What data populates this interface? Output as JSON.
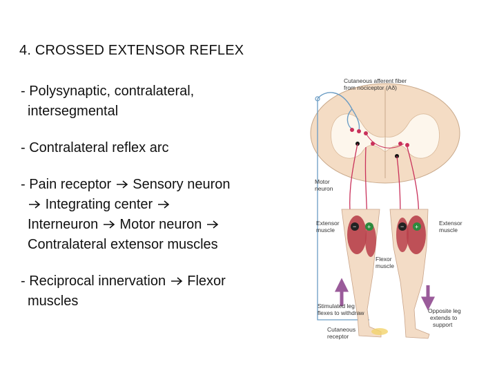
{
  "slide": {
    "title": "4. CROSSED EXTENSOR REFLEX",
    "bullets": [
      {
        "lines": [
          "- Polysynaptic, contralateral,",
          "intersegmental"
        ]
      },
      {
        "lines": [
          "- Contralateral reflex arc"
        ]
      },
      {
        "lines": [
          "- Pain receptor",
          "Sensory neuron",
          "Integrating center",
          "Interneuron",
          "Motor neuron",
          "Contralateral extensor muscles"
        ]
      },
      {
        "lines": [
          "- Reciprocal innervation",
          "Flexor",
          "muscles"
        ]
      }
    ]
  },
  "figure": {
    "labels": {
      "afferent_1": "Cutaneous afferent fiber",
      "afferent_2": "from nociceptor (Aδ)",
      "motor_1": "Motor",
      "motor_2": "neuron",
      "ext_left_1": "Extensor",
      "ext_left_2": "muscle",
      "ext_right_1": "Extensor",
      "ext_right_2": "muscle",
      "flexor_1": "Flexor",
      "flexor_2": "muscle",
      "stim_1": "Stimulated leg",
      "stim_2": "flexes to withdraw",
      "opp_1": "Opposite leg",
      "opp_2": "extends to",
      "opp_3": "support",
      "cut_1": "Cutaneous",
      "cut_2": "receptor"
    },
    "colors": {
      "spinal_cord": "#f4dcc4",
      "grey_matter": "#fdf6ec",
      "sensory_fiber": "#6a9cc4",
      "motor_fiber": "#c9305a",
      "muscle": "#b8404a",
      "skin": "#f3dcc6",
      "arrow": "#9a5b9a"
    }
  }
}
